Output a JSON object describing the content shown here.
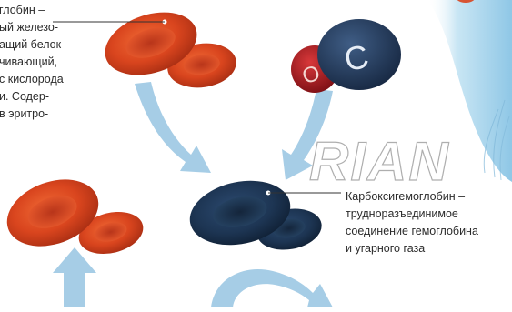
{
  "hemoglobin_text": {
    "lines": [
      "глобин –",
      "ый железо-",
      "ащий белок",
      "чивающий,",
      "с кислорода",
      "и.  Содер-",
      "в эритро-"
    ]
  },
  "carboxyhemoglobin_text": {
    "lines": [
      "Карбоксигемоглобин –",
      "трудноразъединимое",
      "соединение гемоглобина",
      "и угарного газа"
    ]
  },
  "molecule": {
    "oxygen_label": "O",
    "carbon_label": "C"
  },
  "watermark": "RIAN",
  "colors": {
    "red_cell": "#d9451e",
    "dark_cell": "#1d3553",
    "arrow": "#a6cde6",
    "oxygen_atom": "#a8191d",
    "carbon_atom": "#24395a",
    "background_blue": "#9ed0ea"
  }
}
